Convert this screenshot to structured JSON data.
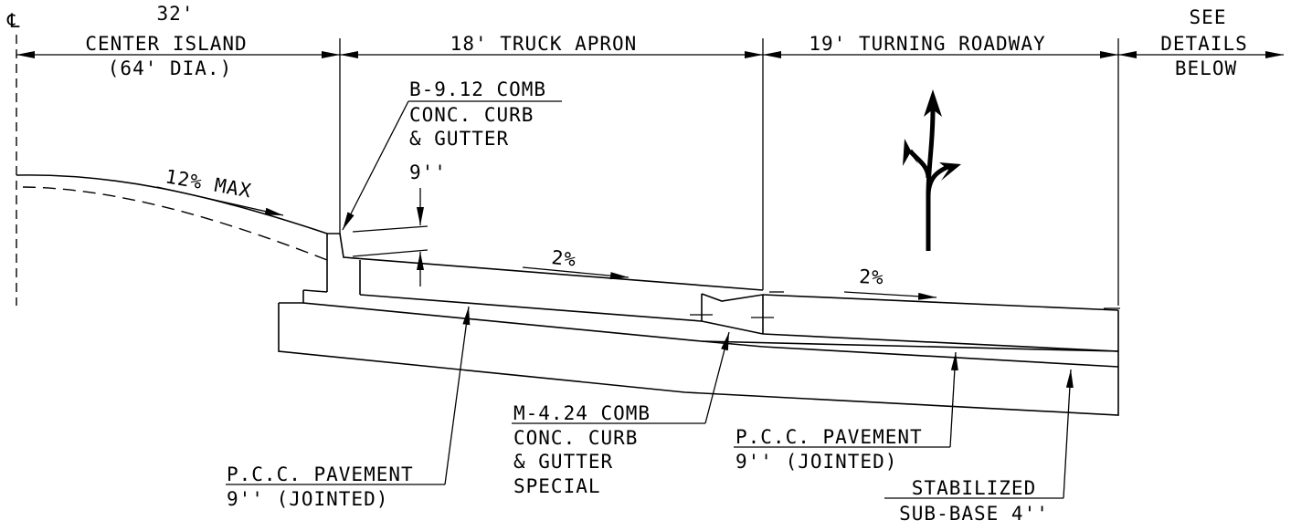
{
  "dimensions": {
    "centerline_symbol": "℄",
    "center_island_width": "32'",
    "center_island_label": "CENTER ISLAND",
    "center_island_dia": "(64' DIA.)",
    "truck_apron": "18' TRUCK APRON",
    "turning_roadway": "19' TURNING ROADWAY",
    "see_details": [
      "SEE",
      "DETAILS",
      "BELOW"
    ]
  },
  "callouts": {
    "curb_top": [
      "B-9.12 COMB",
      "CONC. CURB",
      "& GUTTER"
    ],
    "curb_bottom": [
      "M-4.24 COMB",
      "CONC. CURB",
      "& GUTTER",
      "SPECIAL"
    ],
    "pcc_left": [
      "P.C.C. PAVEMENT",
      "9'' (JOINTED)"
    ],
    "pcc_right": [
      "P.C.C. PAVEMENT",
      "9'' (JOINTED)"
    ],
    "subbase": [
      "STABILIZED",
      "SUB-BASE 4''"
    ]
  },
  "slopes": {
    "island_slope": "12% MAX",
    "apron_slope": "2%",
    "roadway_slope": "2%",
    "curb_height": "9''"
  },
  "icons": {
    "lane_arrow": "through-and-right-turn-arrow-icon"
  },
  "colors": {
    "ink": "#000000",
    "background": "#ffffff"
  }
}
